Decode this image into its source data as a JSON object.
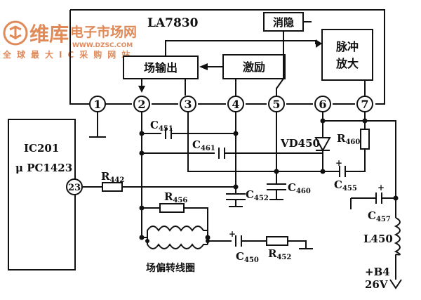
{
  "watermark": {
    "brand_main": "维库",
    "brand_sub": "电子市场网",
    "url": "WWW.DZSC.COM",
    "slogan": "全球最大IC采购网站",
    "color": "#e08a5a"
  },
  "ic_main": {
    "name": "LA7830",
    "blocks": {
      "blanking": "消隐",
      "field_output": "场输出",
      "excitation": "激励",
      "pulse_amp_line1": "脉冲",
      "pulse_amp_line2": "放大"
    },
    "pins": [
      "1",
      "2",
      "3",
      "4",
      "5",
      "6",
      "7"
    ]
  },
  "ic_left": {
    "name": "IC201",
    "part": "μ PC1423",
    "pin": "23"
  },
  "components": {
    "C451": {
      "main": "C",
      "sub": "451"
    },
    "C461": {
      "main": "C",
      "sub": "461"
    },
    "C452": {
      "main": "C",
      "sub": "452"
    },
    "C460": {
      "main": "C",
      "sub": "460"
    },
    "C455": {
      "main": "C",
      "sub": "455"
    },
    "C457": {
      "main": "C",
      "sub": "457"
    },
    "C450": {
      "main": "C",
      "sub": "450"
    },
    "R442": {
      "main": "R",
      "sub": "442"
    },
    "R456": {
      "main": "R",
      "sub": "456"
    },
    "R452": {
      "main": "R",
      "sub": "452"
    },
    "R460": {
      "main": "R",
      "sub": "460"
    },
    "VD450": "VD450",
    "L450": "L450"
  },
  "coil_label": "场偏转线圈",
  "supply": {
    "line1": "+B4",
    "line2": "26V"
  }
}
